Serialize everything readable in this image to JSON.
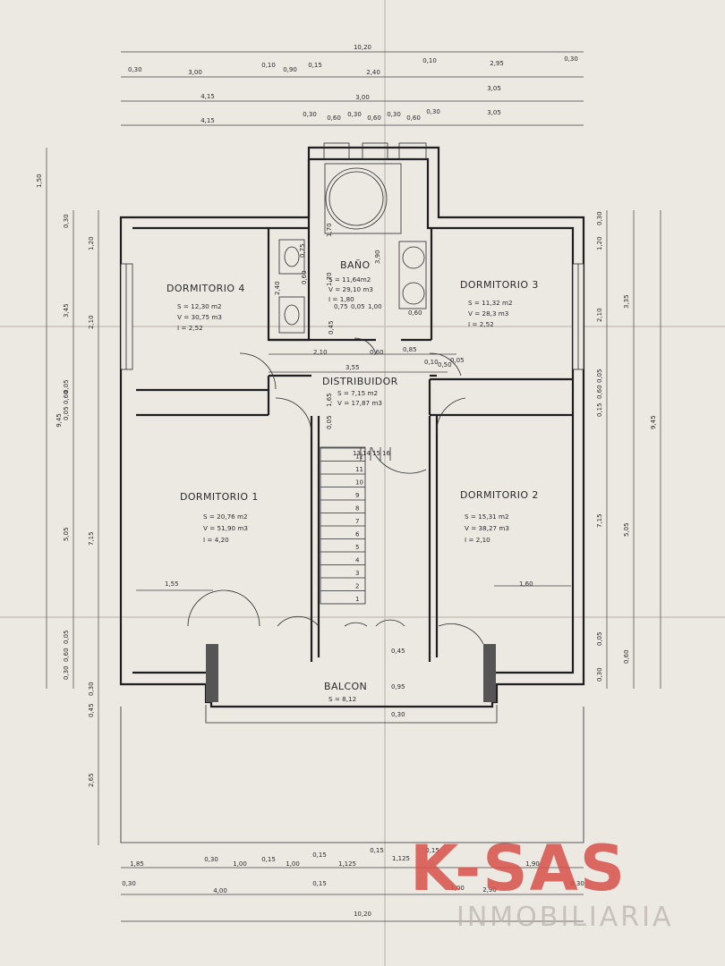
{
  "rooms": {
    "dorm4": {
      "name": "DORMITORIO 4",
      "s": "S = 12,30 m2",
      "v": "V = 30,75 m3",
      "i": "I = 2,52"
    },
    "bano": {
      "name": "BAÑO",
      "s": "S = 11,64m2",
      "v": "V = 29,10 m3",
      "i": "I = 1,80"
    },
    "dorm3": {
      "name": "DORMITORIO 3",
      "s": "S = 11,32 m2",
      "v": "V = 28,3 m3",
      "i": "I = 2,52"
    },
    "distribuidor": {
      "name": "DISTRIBUIDOR",
      "s": "S = 7,15 m2",
      "v": "V = 17,87 m3"
    },
    "dorm1": {
      "name": "DORMITORIO 1",
      "s": "S = 20,76 m2",
      "v": "V = 51,90 m3",
      "i": "I = 4,20"
    },
    "dorm2": {
      "name": "DORMITORIO 2",
      "s": "S = 15,31 m2",
      "v": "V = 38,27 m3",
      "i": "I = 2,10"
    },
    "balcon": {
      "name": "BALCON",
      "s": "S = 8,12"
    }
  },
  "stairs": [
    "1",
    "2",
    "3",
    "4",
    "5",
    "6",
    "7",
    "8",
    "9",
    "10",
    "11",
    "12",
    "13",
    "14",
    "15",
    "16"
  ],
  "dims": {
    "top_total": "10,20",
    "top_row1": [
      "0,30",
      "3,00",
      "0,10",
      "0,90",
      "0,15",
      "2,40",
      "0,10",
      "2,95",
      "0,30"
    ],
    "top_row2": [
      "4,15",
      "3,00",
      "3,05"
    ],
    "top_row3": [
      "4,15",
      "0,30",
      "0,60",
      "0,30",
      "0,60",
      "0,30",
      "0,60",
      "0,30",
      "3,05"
    ],
    "left_total": "9,45",
    "left_inner": [
      "1,50",
      "0,30",
      "1,20",
      "3,45",
      "2,10",
      "0,05",
      "0,60",
      "0,05",
      "5,05",
      "7,15",
      "0,05",
      "0,60",
      "0,30",
      "0,45",
      "0,30",
      "2,65"
    ],
    "right_total": "9,45",
    "right_inner": [
      "0,30",
      "1,20",
      "3,35",
      "2,10",
      "0,05",
      "0,60",
      "0,15",
      "5,05",
      "7,15",
      "0,05",
      "0,60",
      "0,30"
    ],
    "bottom_total": "10,20",
    "bottom_row1": [
      "1,85",
      "0,30",
      "1,00",
      "0,15",
      "1,00",
      "0,15",
      "1,125",
      "0,15",
      "1,125",
      "0,15",
      "1,90"
    ],
    "bottom_row2": [
      "0,30",
      "4,00",
      "0,15",
      "1,00",
      "2,90",
      "0,30"
    ],
    "interior": [
      "2,10",
      "0,60",
      "0,85",
      "3,55",
      "0,10",
      "0,50",
      "0,05",
      "1,55",
      "1,60",
      "0,75",
      "0,60",
      "1,70",
      "2,40",
      "3,90",
      "1,70",
      "0,75",
      "0,05",
      "1,00",
      "0,60",
      "0,45",
      "1,65",
      "0,05",
      "0,45",
      "0,95",
      "0,30"
    ]
  },
  "watermark": {
    "brand": "K-SAS",
    "sub": "INMOBILIARIA"
  }
}
